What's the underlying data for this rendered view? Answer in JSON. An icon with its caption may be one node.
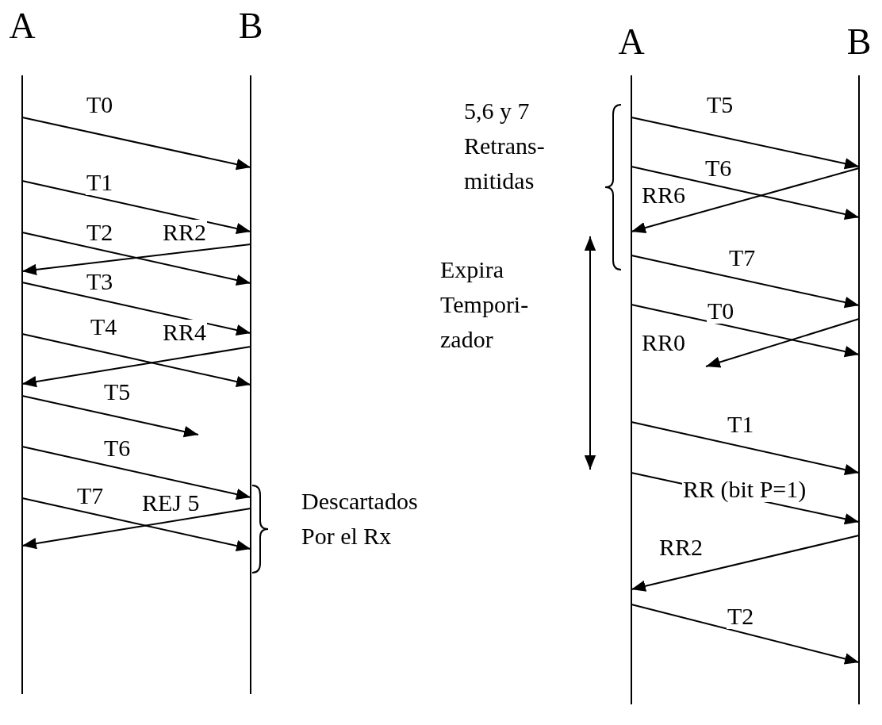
{
  "diagram": {
    "nodes": [
      {
        "text": [
          "A"
        ]
      },
      {
        "text": [
          "B"
        ]
      },
      {
        "text": [
          "A"
        ]
      },
      {
        "text": [
          "B"
        ]
      }
    ],
    "edges": [
      {
        "from": 0,
        "to": 1,
        "arrow": "to",
        "label": "T0"
      },
      {
        "from": 0,
        "to": 1,
        "arrow": "to",
        "label": "T1"
      },
      {
        "from": 0,
        "to": 1,
        "arrow": "to",
        "label": "T2"
      },
      {
        "from": 1,
        "to": 0,
        "arrow": "to",
        "label": "RR2"
      },
      {
        "from": 0,
        "to": 1,
        "arrow": "to",
        "label": "T3"
      },
      {
        "from": 0,
        "to": 1,
        "arrow": "to",
        "label": "T4"
      },
      {
        "from": 1,
        "to": 0,
        "arrow": "to",
        "label": "RR4"
      },
      {
        "from": 0,
        "to": null,
        "arrow": "to",
        "label": "T5"
      },
      {
        "from": 0,
        "to": 1,
        "arrow": "to",
        "label": "T6"
      },
      {
        "from": 0,
        "to": 1,
        "arrow": "to",
        "label": "T7"
      },
      {
        "from": 1,
        "to": 0,
        "arrow": "to",
        "label": "REJ 5"
      },
      {
        "from": 2,
        "to": 3,
        "arrow": "to",
        "label": "T5"
      },
      {
        "from": 2,
        "to": 3,
        "arrow": "to",
        "label": "T6"
      },
      {
        "from": 3,
        "to": 2,
        "arrow": "to",
        "label": "RR6"
      },
      {
        "from": 2,
        "to": 3,
        "arrow": "to",
        "label": "T7"
      },
      {
        "from": 2,
        "to": 3,
        "arrow": "to",
        "label": "T0"
      },
      {
        "from": 3,
        "to": null,
        "arrow": "to",
        "label": "RR0"
      },
      {
        "from": 2,
        "to": 3,
        "arrow": "to",
        "label": "T1"
      },
      {
        "from": 2,
        "to": 3,
        "arrow": "to",
        "label": "RR (bit P=1)"
      },
      {
        "from": 3,
        "to": 2,
        "arrow": "to",
        "label": "RR2"
      },
      {
        "from": 2,
        "to": 3,
        "arrow": "to",
        "label": "T2"
      }
    ],
    "labels": [
      "5,6 y 7 Retrans- mitidas",
      "Expira Tempori- zador",
      "Descartados Por el Rx"
    ]
  }
}
